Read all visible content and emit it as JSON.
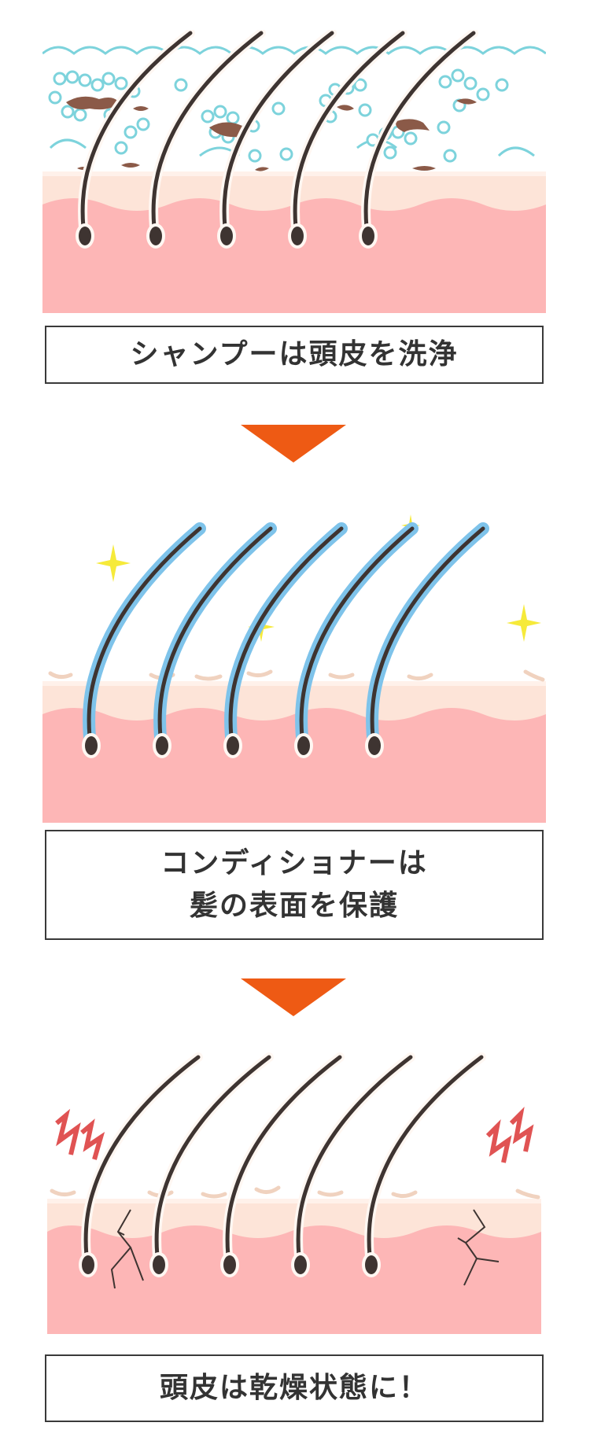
{
  "steps": [
    {
      "caption": [
        "シャンプーは頭皮を洗浄"
      ]
    },
    {
      "caption": [
        "コンディショナーは",
        "髪の表面を保護"
      ]
    },
    {
      "caption": [
        "頭皮は乾燥状態に！"
      ]
    }
  ],
  "colors": {
    "skin_surface": "#fde4d8",
    "skin_inner": "#fdb6b6",
    "hair": "#3e3431",
    "bubble": "#7dd3dc",
    "dirt": "#8b5a48",
    "coating": "#7ec3ea",
    "sparkle": "#f6ea3a",
    "flake": "#f0d2bf",
    "irritation": "#e05353",
    "arrow": "#ee5a14",
    "caption_border": "#3a3a3a"
  }
}
